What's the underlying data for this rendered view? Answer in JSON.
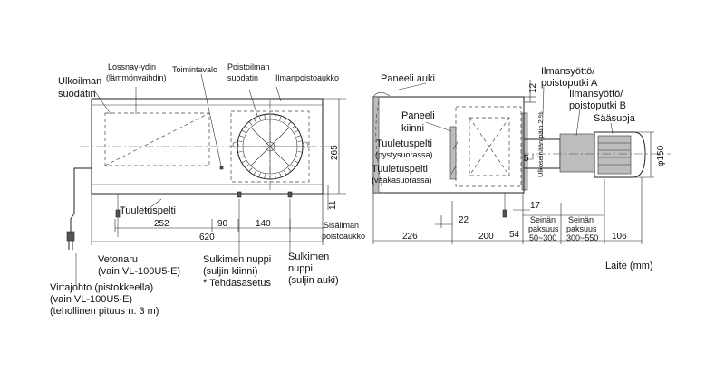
{
  "left_view": {
    "labels": {
      "outdoor_filter": [
        "Ulkoilman",
        "suodatin"
      ],
      "lossnay_core": [
        "Lossnay-ydin",
        "(lämmönvaihdin)"
      ],
      "indicator_light": "Toimintavalo",
      "exhaust_filter": [
        "Poistoilman",
        "suodatin"
      ],
      "exhaust_port": "Ilmanpoistoaukko",
      "damper": "Tuuletuspelti",
      "pull_cord": [
        "Vetonaru",
        "(vain VL-100U5-E)"
      ],
      "power_cord": [
        "Virtajohto (pistokkeella)",
        "(vain VL-100U5-E)",
        "(tehollinen pituus n. 3 m)"
      ],
      "shutter_knob_closed": [
        "Sulkimen nuppi",
        "(suljin kiinni)",
        "* Tehdasasetus"
      ],
      "shutter_knob_open": [
        "Sulkimen",
        "nuppi",
        "(suljin auki)"
      ],
      "indoor_exhaust_port": [
        "Sisäilman",
        "poistoaukko"
      ]
    },
    "dimensions": {
      "d252": "252",
      "d90": "90",
      "d140": "140",
      "d620": "620",
      "d265": "265",
      "d11": "11"
    }
  },
  "right_view": {
    "labels": {
      "panel_open": "Paneeli auki",
      "panel_closed": [
        "Paneeli",
        "kiinni"
      ],
      "damper_vertical": [
        "Tuuletuspelti",
        "(pystysuorassa)"
      ],
      "damper_horizontal": [
        "Tuuletuspelti",
        "(vaakasuorassa)"
      ],
      "duct_a": [
        "Ilmansyöttö/",
        "poistoputki A"
      ],
      "duct_b": [
        "Ilmansyöttö/",
        "poistoputki B"
      ],
      "weather_cover": "Sääsuoja",
      "outdoor_slope": "Ulkoseinään päin 2 %",
      "wall_thickness_1": [
        "Seinän",
        "paksuus",
        "50~300"
      ],
      "wall_thickness_2": [
        "Seinän",
        "paksuus",
        "300~550"
      ],
      "unit": "Laite (mm)"
    },
    "dimensions": {
      "d12": "12",
      "d5": "5",
      "d150": "φ150",
      "d22": "22",
      "d17": "17",
      "d226": "226",
      "d200": "200",
      "d54": "54",
      "d106": "106"
    }
  }
}
